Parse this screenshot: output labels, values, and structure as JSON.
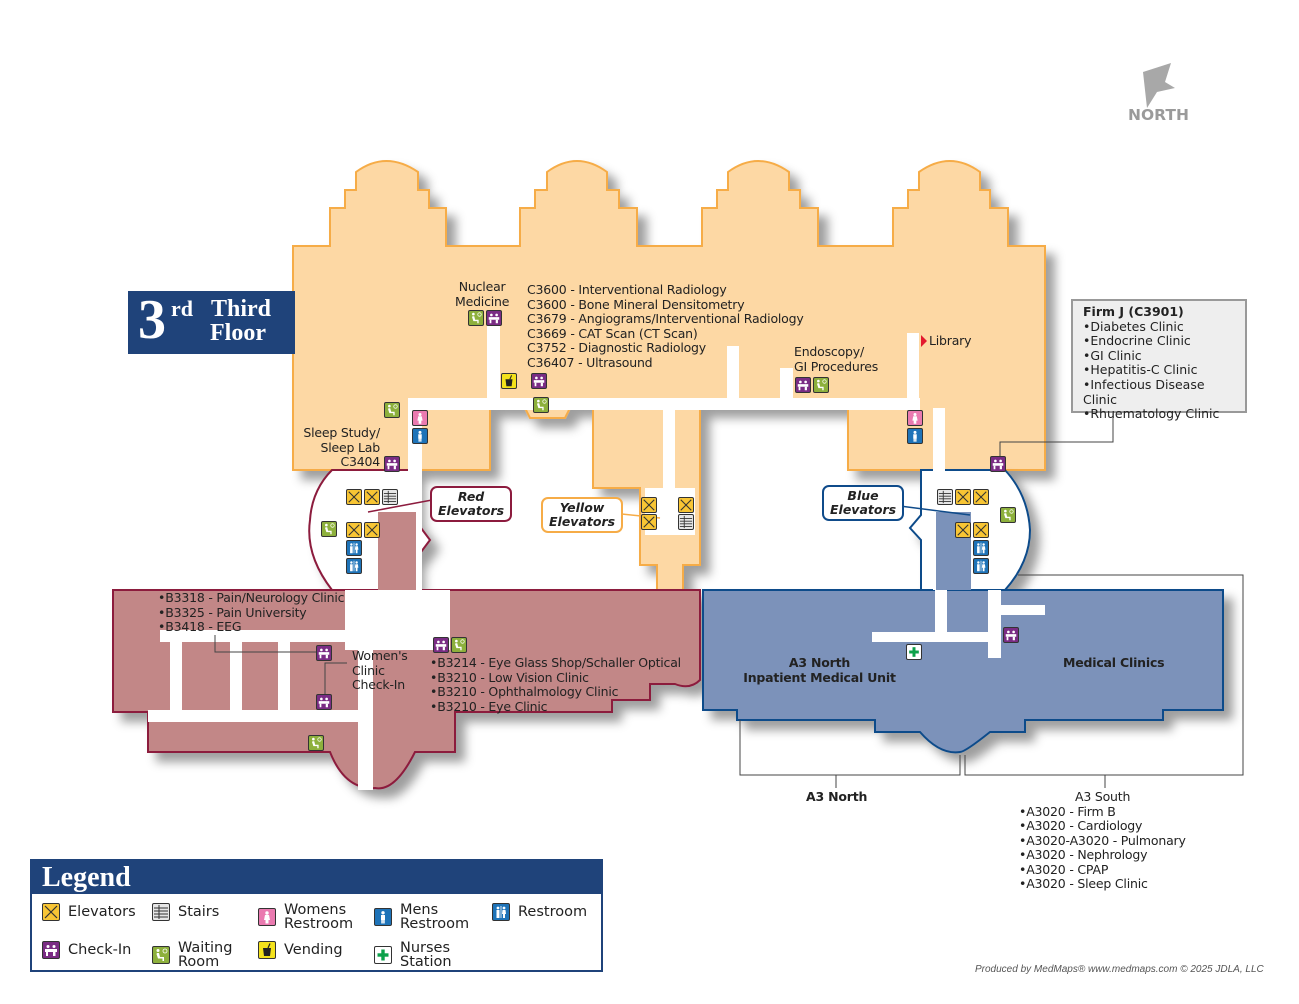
{
  "floor": {
    "number": "3",
    "suffix": "rd",
    "title_line1": "Third",
    "title_line2": "Floor"
  },
  "north": {
    "label": "NORTH"
  },
  "colors": {
    "orange_zone": "#fdd8a4",
    "orange_border": "#f6ac47",
    "maroon_zone": "#c28787",
    "maroon_border": "#8c1b3e",
    "blue_zone": "#7b92ba",
    "blue_border": "#0f4b8a",
    "navy": "#1f437a",
    "elevator": "#f8c534",
    "checkin": "#7a2c84",
    "waiting": "#8db03c",
    "women": "#ea7ab0",
    "men": "#1e73b8",
    "vending": "#f4e21b",
    "nurses": "#0ca14a"
  },
  "labels": {
    "nuclear_medicine": [
      "Nuclear",
      "Medicine"
    ],
    "radiology_list": [
      "C3600 - Interventional Radiology",
      "C3600 - Bone Mineral Densitometry",
      "C3679 - Angiograms/Interventional Radiology",
      "C3669 - CAT Scan (CT Scan)",
      "C3752 - Diagnostic Radiology",
      "C36407 - Ultrasound"
    ],
    "endoscopy": [
      "Endoscopy/",
      "GI Procedures"
    ],
    "library": "Library",
    "sleep_study": [
      "Sleep Study/",
      "Sleep Lab",
      "C3404"
    ],
    "b_list_left": [
      "B3318 - Pain/Neurology Clinic",
      "B3325 - Pain University",
      "B3418 - EEG"
    ],
    "womens_clinic": [
      "Women's",
      "Clinic",
      "Check-In"
    ],
    "b_list_right": [
      "B3214 - Eye Glass Shop/Schaller Optical",
      "B3210 - Low Vision Clinic",
      "B3210 - Ophthalmology Clinic",
      "B3210 - Eye Clinic"
    ],
    "a3_north_unit": [
      "A3 North",
      "Inpatient Medical Unit"
    ],
    "medical_clinics": "Medical Clinics",
    "a3_north": "A3 North",
    "a3_south": {
      "title": "A3 South",
      "items": [
        "A3020 - Firm B",
        "A3020 - Cardiology",
        "A3020-A3020 - Pulmonary",
        "A3020 - Nephrology",
        "A3020 - CPAP",
        "A3020 - Sleep Clinic"
      ]
    }
  },
  "callouts": {
    "red": [
      "Red",
      "Elevators"
    ],
    "yellow": [
      "Yellow",
      "Elevators"
    ],
    "blue": [
      "Blue",
      "Elevators"
    ]
  },
  "firm_j": {
    "title": "Firm J (C3901)",
    "items": [
      "Diabetes Clinic",
      "Endocrine Clinic",
      "GI Clinic",
      "Hepatitis-C Clinic",
      "Infectious Disease Clinic",
      "Rhuematology Clinic"
    ]
  },
  "legend": {
    "title": "Legend",
    "items": [
      {
        "icon": "elevator-icon",
        "label": [
          "Elevators"
        ]
      },
      {
        "icon": "stairs-icon",
        "label": [
          "Stairs"
        ]
      },
      {
        "icon": "womens-restroom-icon",
        "label": [
          "Womens",
          "Restroom"
        ]
      },
      {
        "icon": "mens-restroom-icon",
        "label": [
          "Mens",
          "Restroom"
        ]
      },
      {
        "icon": "restroom-icon",
        "label": [
          "Restroom"
        ]
      },
      {
        "icon": "check-in-icon",
        "label": [
          "Check-In"
        ]
      },
      {
        "icon": "waiting-room-icon",
        "label": [
          "Waiting",
          "Room"
        ]
      },
      {
        "icon": "vending-icon",
        "label": [
          "Vending"
        ]
      },
      {
        "icon": "nurses-station-icon",
        "label": [
          "Nurses",
          "Station"
        ]
      }
    ]
  },
  "credit": "Produced by MedMaps®  www.medmaps.com   © 2025 JDLA, LLC"
}
